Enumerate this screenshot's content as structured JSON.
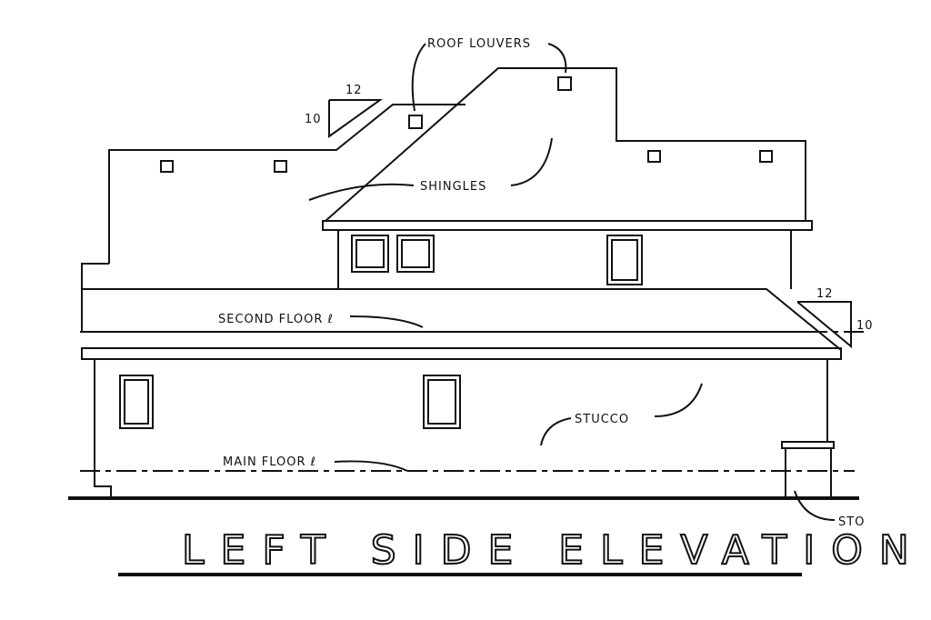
{
  "drawing": {
    "title": "LEFT SIDE ELEVATION",
    "labels": {
      "roof_louvers": "ROOF LOUVERS",
      "shingles": "SHINGLES",
      "second_floor": "SECOND FLOOR ℓ",
      "stucco": "STUCCO",
      "main_floor": "MAIN FLOOR ℓ",
      "stoop": "STO"
    },
    "pitch_upper": {
      "run": "12",
      "rise": "10"
    },
    "pitch_lower": {
      "run": "12",
      "rise": "10"
    }
  }
}
